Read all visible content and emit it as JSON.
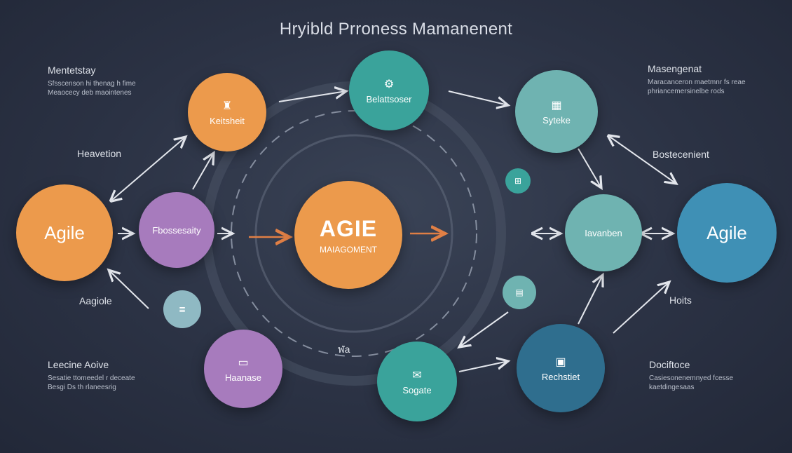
{
  "title": "Hryibld Prroness Mamanenent",
  "side": {
    "top_left": {
      "heading": "Mentetstay",
      "line1": "Sfsscenson hi thenag h fime",
      "line2": "Meaocecy deb maointenes"
    },
    "top_right": {
      "heading": "Masengenat",
      "line1": "Maracanceron maetmnr fs reae",
      "line2": "phriancemersinelbe rods"
    },
    "bottom_left": {
      "heading": "Leecine Aoive",
      "line1": "Sesatie ttomeedel r deceate",
      "line2": "Besgi Ds th rlaneesrig"
    },
    "bottom_right": {
      "heading": "Dociftoce",
      "line1": "Casiesonenemnyed fcesse",
      "line2": "kaetdingesaas"
    }
  },
  "labels": {
    "heavetion": "Heavetion",
    "agiole": "Aagiole",
    "bosteceniext": "Bostecenient",
    "hoits": "Hoits",
    "nada": "ฬa"
  },
  "nodes": {
    "left_agile": "Agile",
    "kettsheit": "Keitsheit",
    "fbossoscity": "Fbossesaity",
    "haerase": "Haanase",
    "belattisoser": "Belattsoser",
    "center_title": "AGIE",
    "center_sub": "MAIAGOMENT",
    "syteke": "Syteke",
    "navanben": "Iavanben",
    "right_agile": "Agile",
    "sogate": "Sogate",
    "rechstiet": "Rechstiet"
  },
  "icons": {
    "kettsheit": "tower-icon",
    "haerase": "monitor-icon",
    "belattisoser": "gear-link-icon",
    "syteke": "chart-icon",
    "sogate": "chat-icon",
    "rechstiet": "screen-icon",
    "mini_left": "database-icon",
    "mini_top": "cart-icon",
    "mini_bottom": "document-icon"
  },
  "colors": {
    "background": "#2b3244",
    "orange": "#ec9a4c",
    "purple": "#a77bbd",
    "teal": "#3aa39b",
    "sea": "#6fb3b1",
    "blue": "#3f90b5",
    "navy": "#2f6e8e",
    "arrow": "#e3e6ec",
    "accent_arrow": "#e07f45"
  }
}
